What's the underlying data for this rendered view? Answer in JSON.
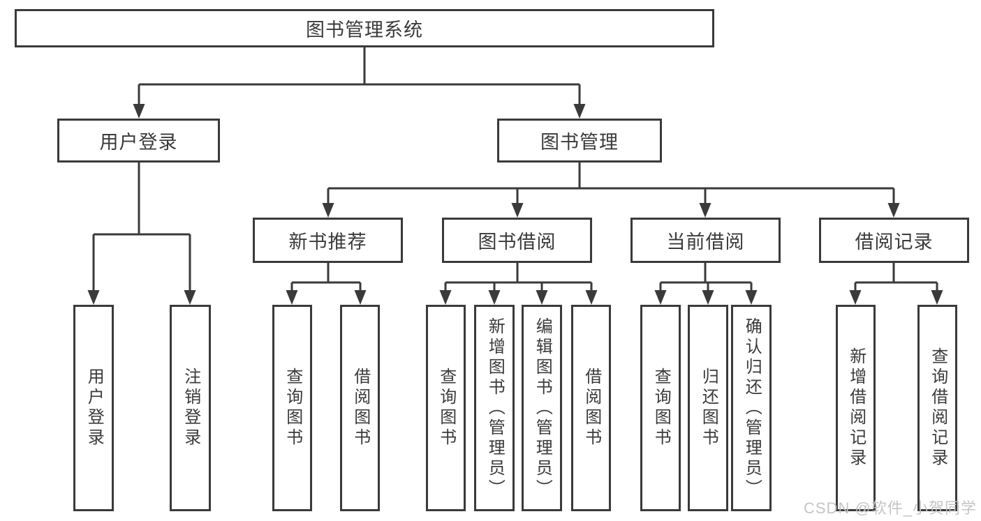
{
  "diagram": {
    "root": {
      "label": "图书管理系统"
    },
    "branches": [
      {
        "label": "用户登录",
        "children": [
          {
            "label": "用户登录"
          },
          {
            "label": "注销登录"
          }
        ]
      },
      {
        "label": "图书管理",
        "children": [
          {
            "label": "新书推荐",
            "children": [
              {
                "label": "查询图书"
              },
              {
                "label": "借阅图书"
              }
            ]
          },
          {
            "label": "图书借阅",
            "children": [
              {
                "label": "查询图书"
              },
              {
                "label": "新增图书（管理员）"
              },
              {
                "label": "编辑图书（管理员）"
              },
              {
                "label": "借阅图书"
              }
            ]
          },
          {
            "label": "当前借阅",
            "children": [
              {
                "label": "查询图书"
              },
              {
                "label": "归还图书"
              },
              {
                "label": "确认归还（管理员）"
              }
            ]
          },
          {
            "label": "借阅记录",
            "children": [
              {
                "label": "新增借阅记录"
              },
              {
                "label": "查询借阅记录"
              }
            ]
          }
        ]
      }
    ]
  },
  "watermark": {
    "text": "CSDN @软件_小贺同学"
  },
  "colors": {
    "line": "#3a3a3a",
    "box_border": "#3a3a3a",
    "box_fill": "#ffffff",
    "text": "#3a3a3a",
    "watermark": "#c2c2c2",
    "background": "#ffffff"
  }
}
